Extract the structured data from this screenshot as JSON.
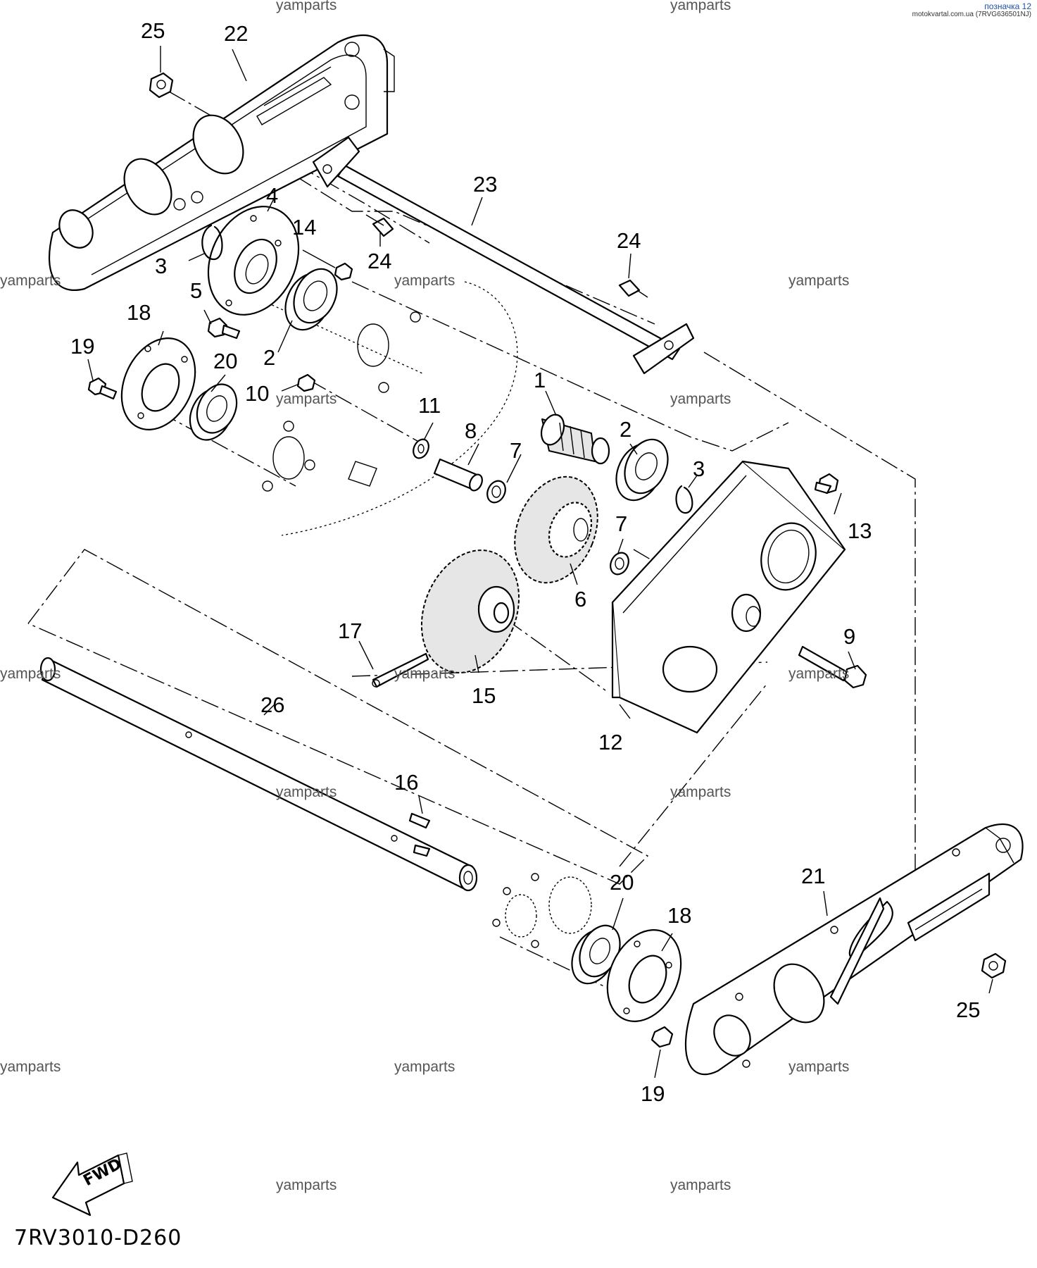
{
  "header": {
    "label": "позначка 12",
    "source": "motokvartal.com.ua (7RVG636501NJ)"
  },
  "watermark": "yamparts",
  "callouts": {
    "c1": "1",
    "c2a": "2",
    "c2b": "2",
    "c3a": "3",
    "c3b": "3",
    "c4": "4",
    "c5": "5",
    "c6": "6",
    "c7a": "7",
    "c7b": "7",
    "c8": "8",
    "c9": "9",
    "c10": "10",
    "c11": "11",
    "c12": "12",
    "c13": "13",
    "c14": "14",
    "c15": "15",
    "c16": "16",
    "c17": "17",
    "c18a": "18",
    "c18b": "18",
    "c19a": "19",
    "c19b": "19",
    "c20a": "20",
    "c20b": "20",
    "c21": "21",
    "c22": "22",
    "c23": "23",
    "c24a": "24",
    "c24b": "24",
    "c25a": "25",
    "c25b": "25",
    "c26": "26"
  },
  "fwd_label": "FWD",
  "diagram_code": "7RV3010-D260",
  "colors": {
    "line": "#000000",
    "watermark": "#555555",
    "header": "#1f4fa8"
  }
}
